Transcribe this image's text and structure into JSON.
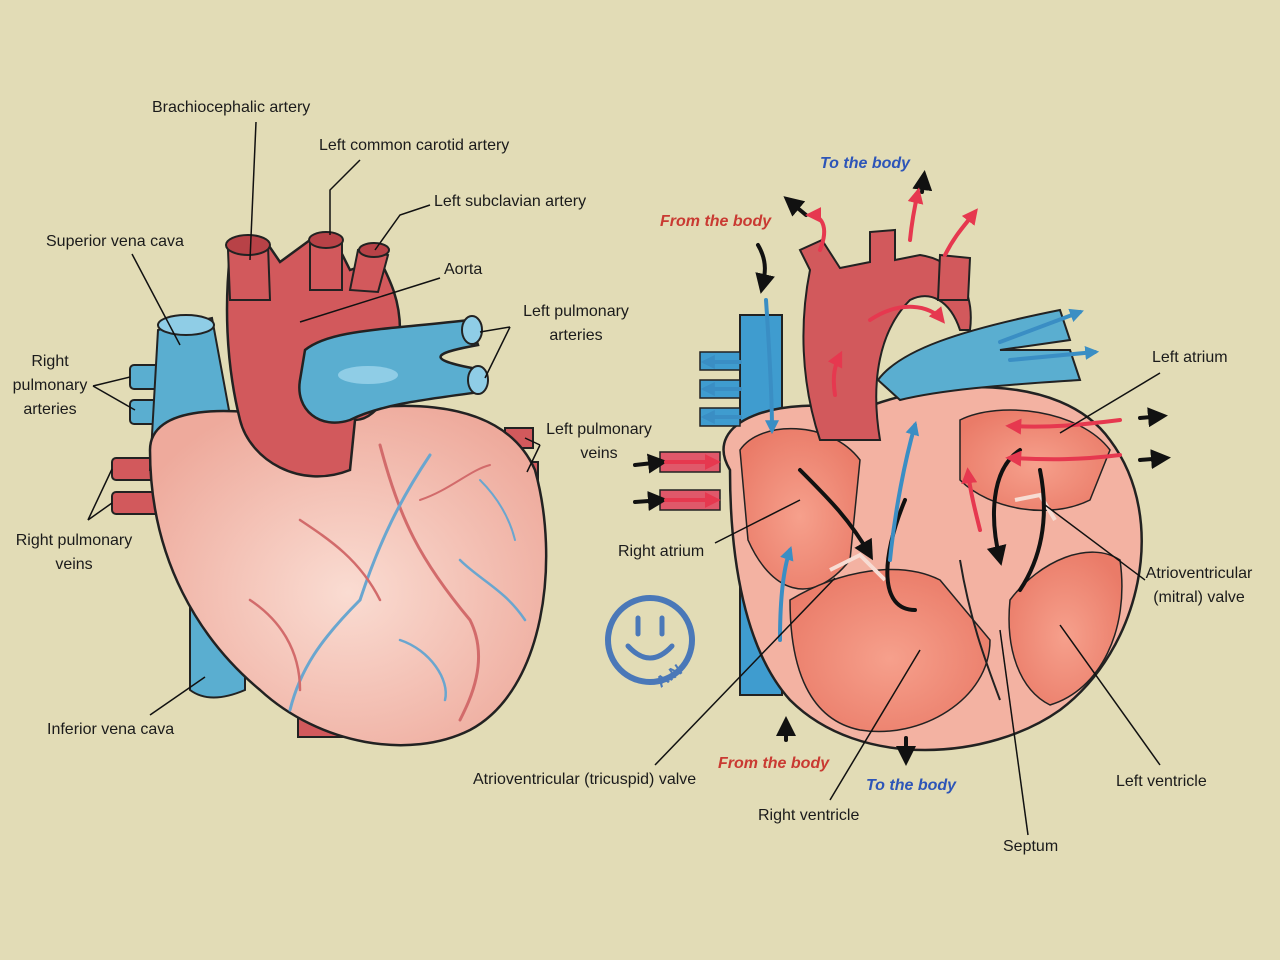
{
  "colors": {
    "background": "#e2dcb6",
    "artery_red": "#d2595c",
    "vein_blue": "#5aaed0",
    "heart_skin": "#f3c0b4",
    "chamber": "#f08a78",
    "flow_red": "#c93a32",
    "flow_blue": "#2d55b8"
  },
  "external_view": {
    "labels": {
      "brachiocephalic": "Brachiocephalic artery",
      "left_carotid": "Left common carotid artery",
      "left_subclavian": "Left subclavian artery",
      "superior_vena_cava": "Superior vena cava",
      "aorta": "Aorta",
      "left_pulm_arteries": [
        "Left pulmonary",
        "arteries"
      ],
      "right_pulm_arteries": [
        "Right",
        "pulmonary",
        "arteries"
      ],
      "left_pulm_veins": [
        "Left pulmonary",
        "veins"
      ],
      "right_pulm_veins": [
        "Right pulmonary",
        "veins"
      ],
      "inferior_vena_cava": "Inferior vena cava"
    }
  },
  "internal_view": {
    "labels": {
      "left_atrium": "Left atrium",
      "right_atrium": "Right atrium",
      "mitral_valve": [
        "Atrioventricular",
        "(mitral) valve"
      ],
      "tricuspid_valve": "Atrioventricular (tricuspid) valve",
      "right_ventricle": "Right ventricle",
      "left_ventricle": "Left ventricle",
      "septum": "Septum"
    },
    "flow": {
      "to_body_top": "To the body",
      "from_body_top": "From the body",
      "from_body_bottom": "From the body",
      "to_body_bottom": "To the body"
    }
  },
  "logo": {
    "text": "A.N",
    "icon": "smiley-logo-icon"
  }
}
